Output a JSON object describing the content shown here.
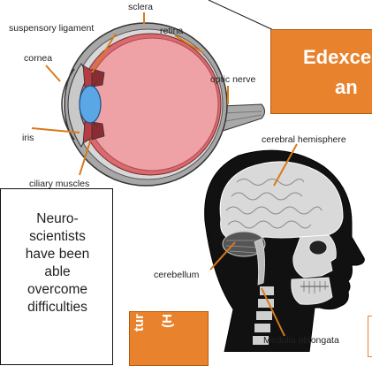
{
  "eye_diagram": {
    "labels": {
      "sclera": "sclera",
      "suspensory_ligament": "suspensory ligament",
      "retina": "retina",
      "cornea": "cornea",
      "optic_nerve": "optic nerve",
      "iris": "iris",
      "ciliary_muscles": "ciliary muscles"
    }
  },
  "banner": {
    "line1": "Edexce",
    "line2": "an"
  },
  "brain_diagram": {
    "labels": {
      "cerebral_hemisphere": "cerebral hemisphere",
      "cerebellum": "cerebellum",
      "medulla": "Medulla oblongata"
    }
  },
  "text_box": {
    "text": "Neuro-\nscientists\nhave been\nable\novercome\ndifficulties"
  },
  "vertical_box": {
    "col1": "tur",
    "col2": "(H"
  },
  "colors": {
    "accent_orange": "#e9822c",
    "label_line": "#d87a1c"
  }
}
